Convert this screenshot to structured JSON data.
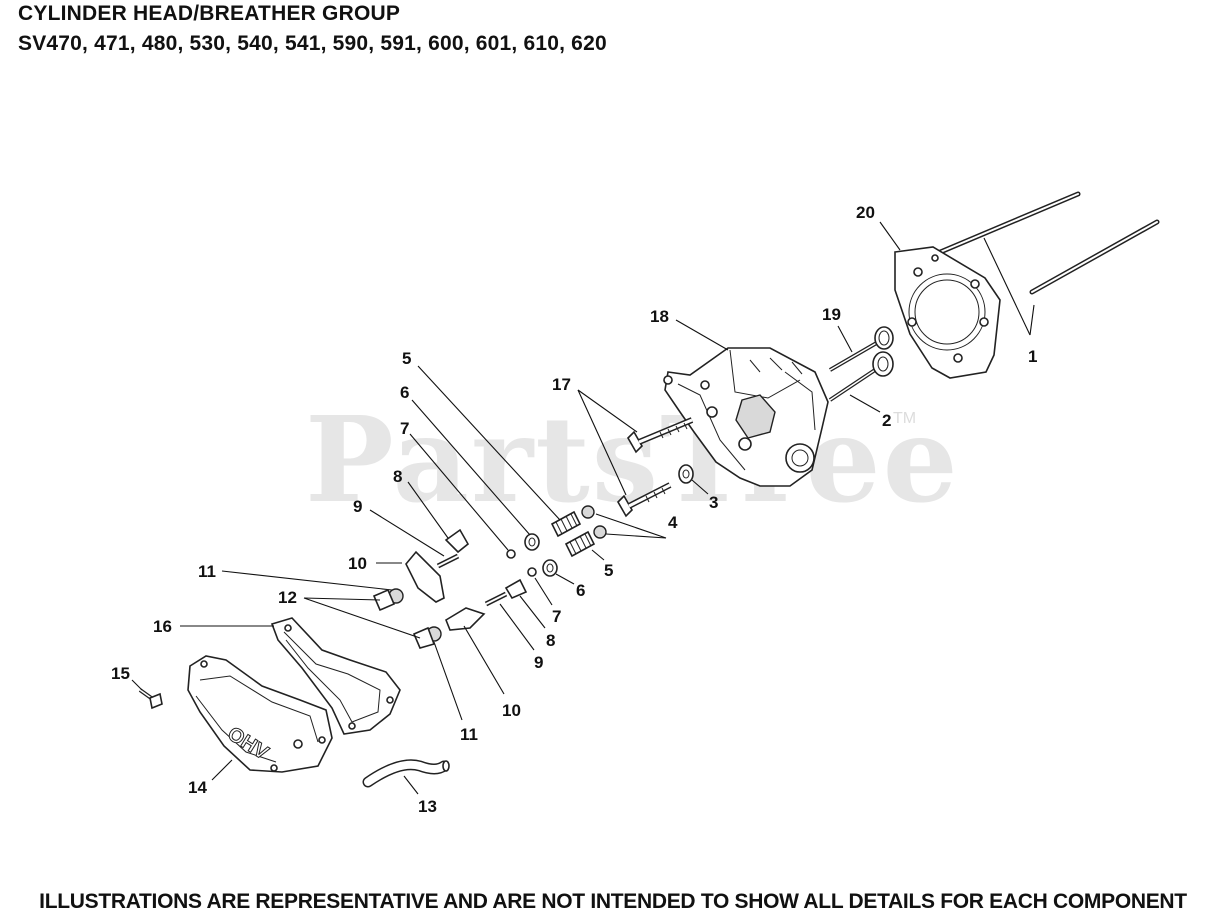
{
  "header": {
    "title": "CYLINDER HEAD/BREATHER GROUP",
    "models": "SV470, 471, 480, 530, 540, 541, 590, 591, 600, 601, 610, 620"
  },
  "footer": {
    "disclaimer": "ILLUSTRATIONS ARE REPRESENTATIVE AND ARE NOT INTENDED TO SHOW ALL DETAILS FOR EACH COMPONENT"
  },
  "watermark": {
    "brand": "PartsTree",
    "tm": "TM"
  },
  "cover_text": "OHV",
  "callouts": {
    "c1": "1",
    "c2": "2",
    "c3": "3",
    "c4": "4",
    "c5a": "5",
    "c5b": "5",
    "c6a": "6",
    "c6b": "6",
    "c7a": "7",
    "c7b": "7",
    "c8a": "8",
    "c8b": "8",
    "c9a": "9",
    "c9b": "9",
    "c10a": "10",
    "c10b": "10",
    "c11a": "11",
    "c11b": "11",
    "c12": "12",
    "c13": "13",
    "c14": "14",
    "c15": "15",
    "c16": "16",
    "c17": "17",
    "c18": "18",
    "c19": "19",
    "c20": "20"
  }
}
